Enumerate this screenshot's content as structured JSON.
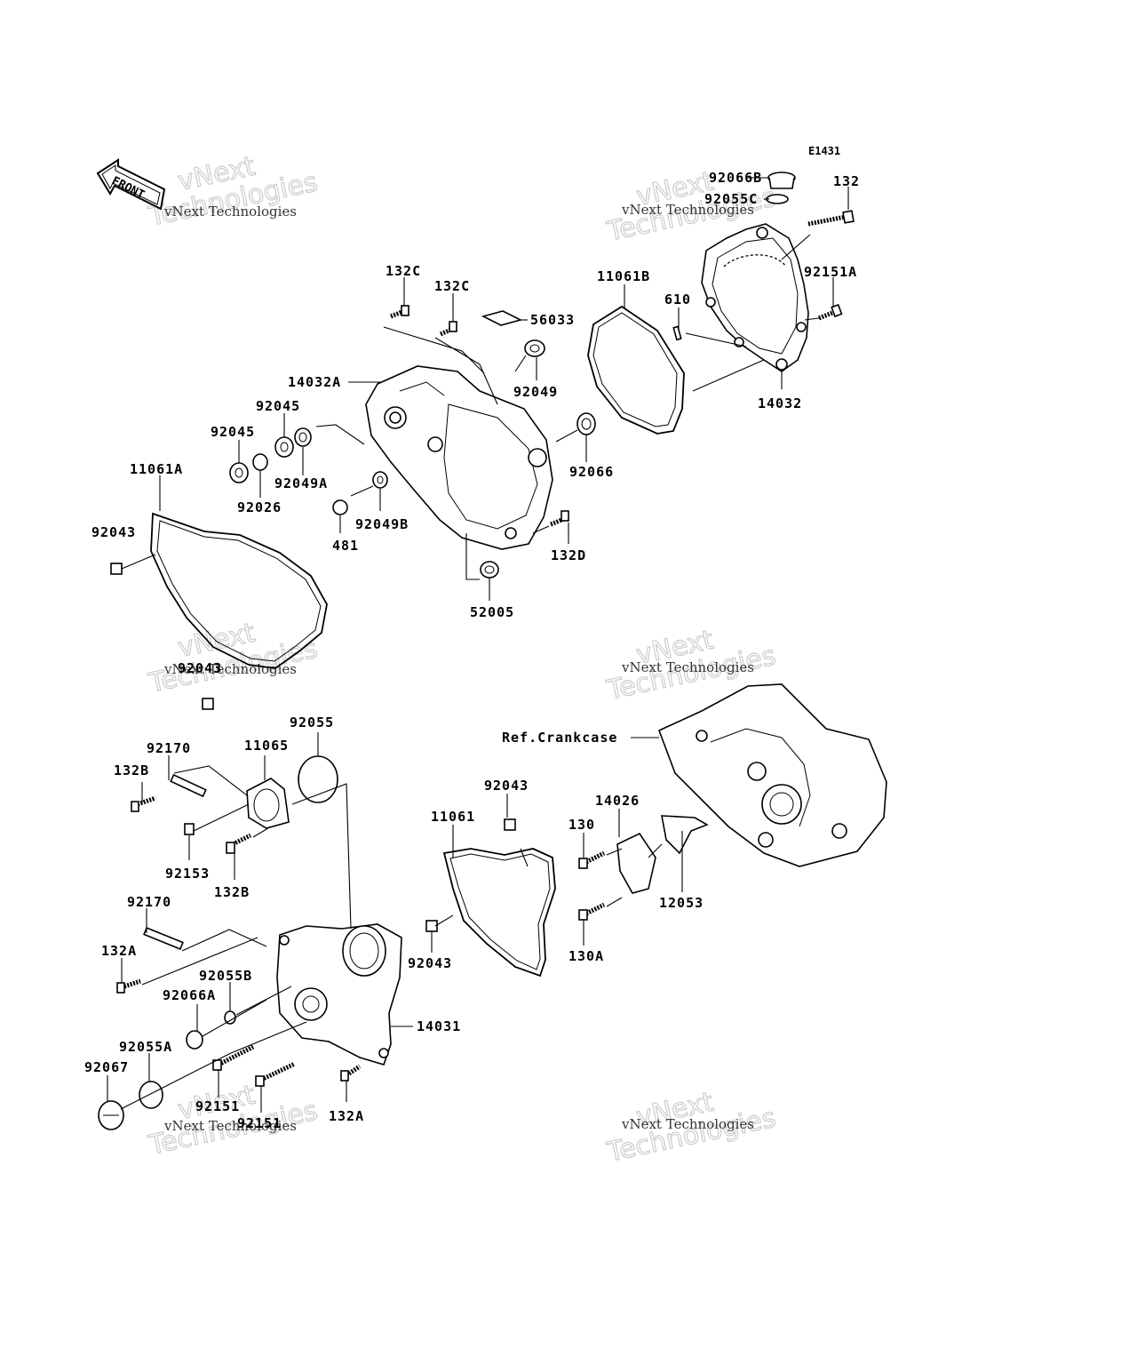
{
  "diagram_code": "E1431",
  "front_label": "FRONT",
  "reference_label": "Ref.Crankcase",
  "watermark": {
    "line1": "vNext Technologies",
    "line2": "vNext",
    "line3": "Technologies"
  },
  "part_labels": [
    "92066B",
    "92055C",
    "132",
    "92151A",
    "14032",
    "11061B",
    "610",
    "132C",
    "132C",
    "56033",
    "92049",
    "14032A",
    "92045",
    "92045",
    "92049A",
    "92026",
    "92066",
    "92049B",
    "481",
    "132D",
    "52005",
    "11061A",
    "92043",
    "92043",
    "92055",
    "92170",
    "11065",
    "132B",
    "92153",
    "132B",
    "92170",
    "132A",
    "92055B",
    "92066A",
    "92055A",
    "92067",
    "92151",
    "92151",
    "132A",
    "14031",
    "92043",
    "11061",
    "92043",
    "14026",
    "130",
    "12053",
    "130A"
  ]
}
